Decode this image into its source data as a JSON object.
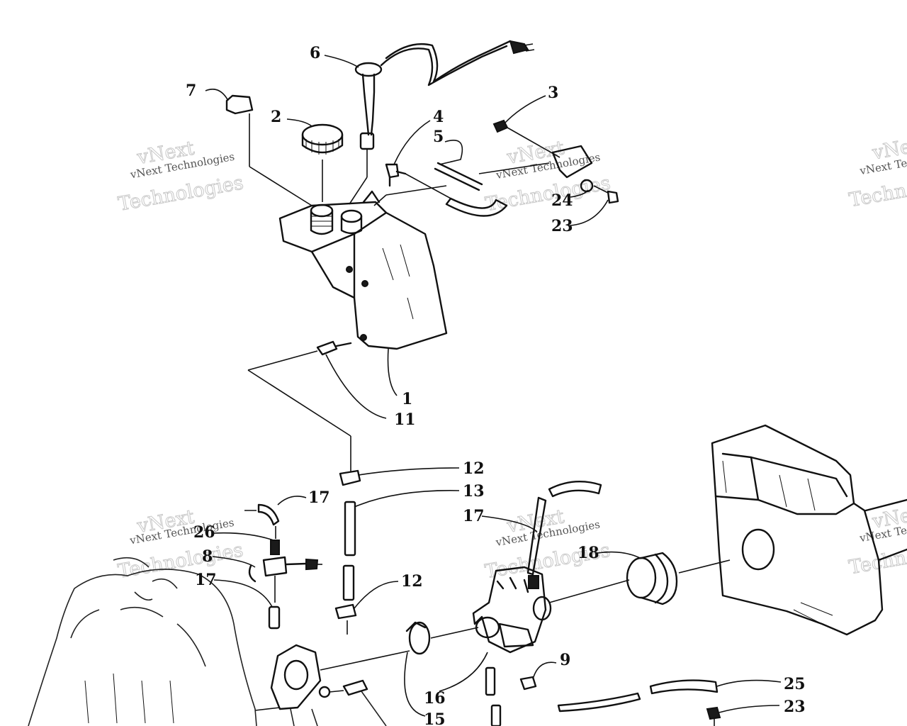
{
  "watermark": {
    "line1": "vNext",
    "line2": "vNext Technologies",
    "line3": "Technologies"
  },
  "callouts": {
    "c1": "1",
    "c2": "2",
    "c3": "3",
    "c4": "4",
    "c5": "5",
    "c6": "6",
    "c7": "7",
    "c8": "8",
    "c9": "9",
    "c11": "11",
    "c12a": "12",
    "c12b": "12",
    "c13": "13",
    "c15": "15",
    "c16": "16",
    "c17a": "17",
    "c17b": "17",
    "c17c": "17",
    "c18": "18",
    "c23a": "23",
    "c23b": "23",
    "c24": "24",
    "c25": "25",
    "c26": "26"
  }
}
